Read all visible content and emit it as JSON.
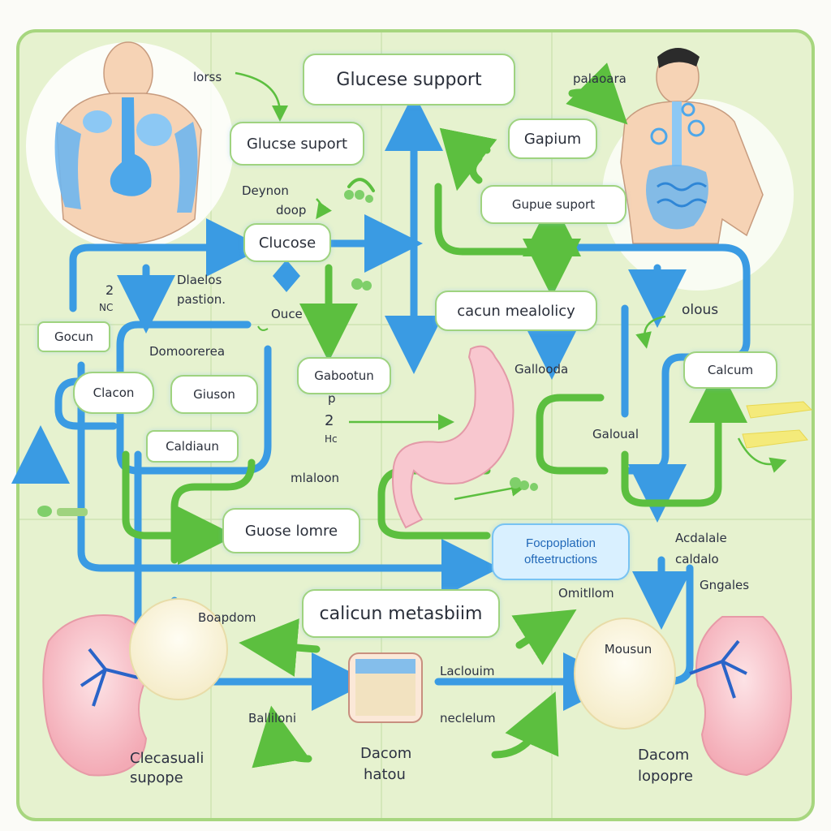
{
  "title": "Glucese support",
  "colors": {
    "background": "#e6f2cf",
    "border": "#a7d67f",
    "blue_arrow": "#3a9be3",
    "green_arrow": "#5cbf3f",
    "organ_pink": "#f7c6cc",
    "highlight_box": "#d9f0ff"
  },
  "figures": {
    "left_person": "human-torso-blue-organs",
    "right_person": "human-torso-intestines",
    "stomach": "stomach",
    "left_kidney": "kidney-left",
    "right_kidney": "kidney-right",
    "center_tissue": "bone-tissue-sample"
  },
  "boxes": {
    "top_title": "Glucese support",
    "glucse_suport": "Glucse suport",
    "gapium": "Gapium",
    "gupue_suport": "Gupue suport",
    "clucose": "Clucose",
    "cacun_mealolicy": "cacun mealolicy",
    "gocun": "Gocun",
    "gabootun": "Gabootun",
    "calcum": "Calcum",
    "clacon": "Clacon",
    "giuson": "Giuson",
    "caldiaun": "Caldiaun",
    "guose_lomre": "Guose lomre",
    "focpoplation": "Focpoplation\nofteetructions",
    "calicun_metabiim": "calicun metasbiim",
    "mousun": "Mousun"
  },
  "labels": {
    "lorss": "lorss",
    "paleoara": "palaoara",
    "deynon": "Deynon",
    "doop": "doop",
    "dlaelos": "Dlaelos",
    "pastion": "pastion.",
    "nc": "NC",
    "ouce": "Ouce",
    "domoorerea": "Domoorerea",
    "olous": "olous",
    "gallooda": "Gallooda",
    "galoual": "Galoual",
    "mlaloon": "mlaloon",
    "hc": "Hc",
    "p_sym": "p",
    "two_sym": "2",
    "two_sym_b": "2",
    "acdalale": "Acdalale",
    "caldalo": "caldalo",
    "gngales": "Gngales",
    "omitllom": "Omitllom",
    "boapdom": "Boapdom",
    "laclouim": "Laclouim",
    "baliloni": "Balliloni",
    "neclelum": "neclelum",
    "clecasuali": "Clecasuali",
    "supope": "supope",
    "dacom_left": "Dacom",
    "hatou": "hatou",
    "dacom_right": "Dacom",
    "lopopre": "lopopre"
  }
}
